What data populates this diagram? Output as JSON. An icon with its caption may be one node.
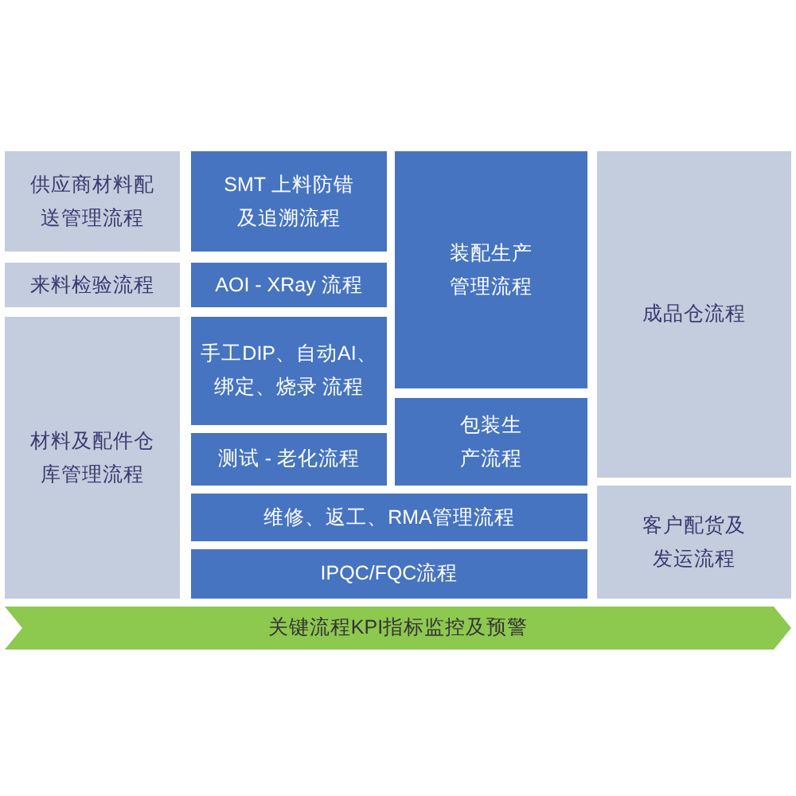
{
  "diagram": {
    "nodes": [
      {
        "text": [
          "供应商材料配送管理流程"
        ]
      },
      {
        "text": [
          "SMT 上料防错及追溯流程"
        ]
      },
      {
        "text": [
          "装配生产管理流程"
        ]
      },
      {
        "text": [
          "成品仓流程"
        ]
      },
      {
        "text": [
          "来料检验流程"
        ]
      },
      {
        "text": [
          "AOI - XRay 流程"
        ]
      },
      {
        "text": [
          "材料及配件仓库管理流程"
        ]
      },
      {
        "text": [
          "手工DIP、自动AI、绑定、烧录 流程"
        ]
      },
      {
        "text": [
          "包装生产流程"
        ]
      },
      {
        "text": [
          "测试 - 老化流程"
        ]
      },
      {
        "text": [
          "维修、返工、RMA管理流程"
        ]
      },
      {
        "text": [
          "客户配货及发运流程"
        ]
      },
      {
        "text": [
          "IPQC/FQC流程"
        ]
      },
      {
        "text": [
          "关键流程KPI指标监控及预警"
        ]
      }
    ]
  }
}
